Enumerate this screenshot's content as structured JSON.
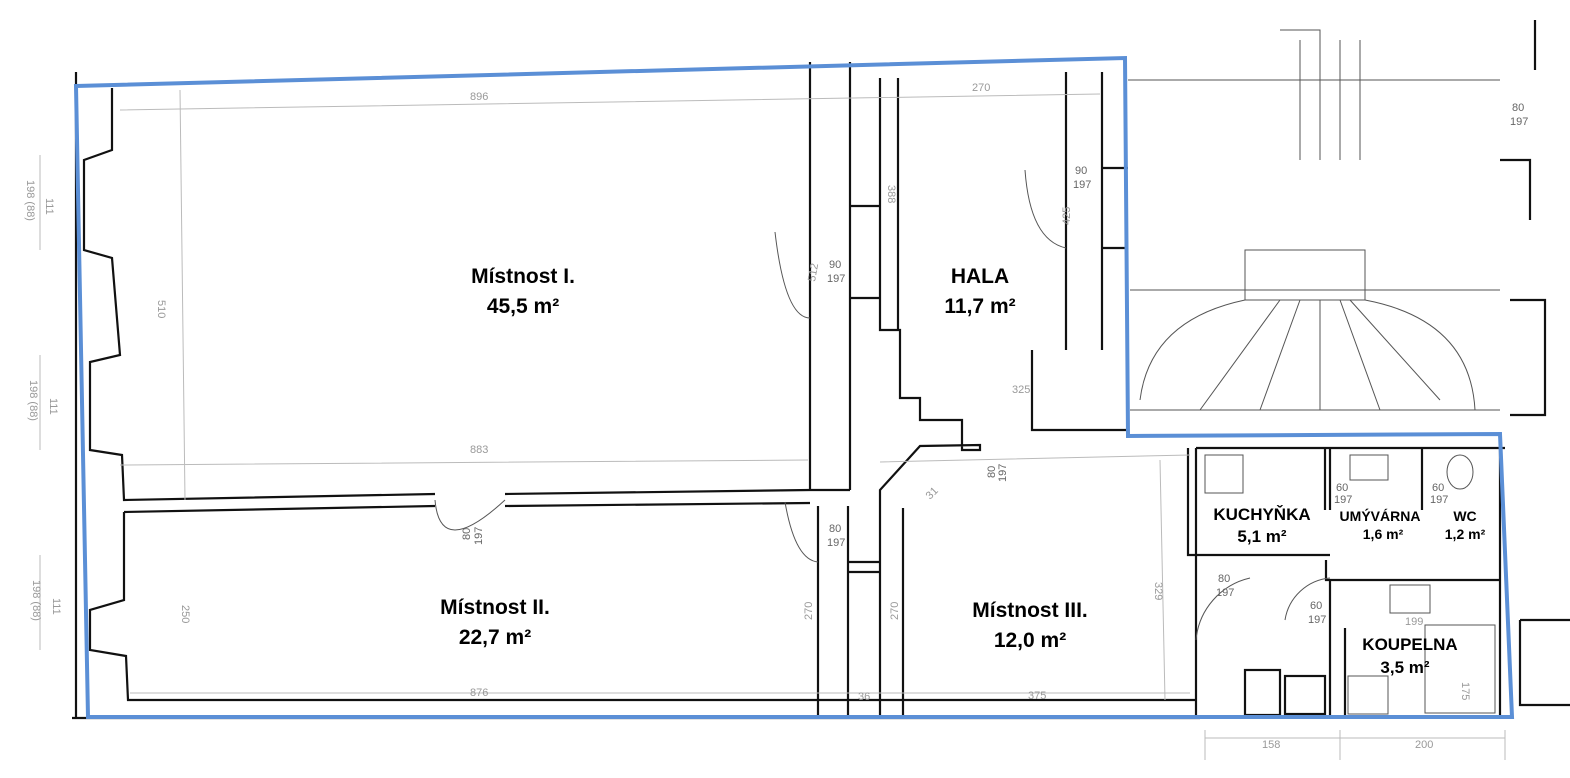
{
  "rooms": [
    {
      "name": "Místnost I.",
      "area": "45,5 m²"
    },
    {
      "name": "HALA",
      "area": "11,7 m²"
    },
    {
      "name": "Místnost II.",
      "area": "22,7 m²"
    },
    {
      "name": "Místnost III.",
      "area": "12,0 m²"
    },
    {
      "name": "KUCHYŇKA",
      "area": "5,1 m²"
    },
    {
      "name": "UMÝVÁRNA",
      "area": "1,6 m²"
    },
    {
      "name": "WC",
      "area": "1,2 m²"
    },
    {
      "name": "KOUPELNA",
      "area": "3,5 m²"
    }
  ],
  "dimensions": {
    "room1_top": "896",
    "room1_bottom": "883",
    "room1_depth": "510",
    "room2_bottom": "876",
    "room2_depth": "250",
    "hall_top": "270",
    "hall_left": "388",
    "hall_right": "425",
    "door_arc": "512",
    "corridor_width": "325",
    "room3_depth": "329",
    "wall_270a": "270",
    "wall_270b": "270",
    "wall_36": "36",
    "room3_bottom": "375",
    "diag_31": "31",
    "kitchen_bottom": "158",
    "bath_bottom": "200",
    "bath_width": "199",
    "tub_length": "175",
    "window_1": "198 (88)",
    "window_1_h": "111",
    "window_2": "198 (88)",
    "window_2_h": "111",
    "window_3": "198 (88)",
    "window_3_h": "111"
  },
  "doors": [
    {
      "w": "90",
      "h": "197"
    },
    {
      "w": "90",
      "h": "197"
    },
    {
      "w": "80",
      "h": "197"
    },
    {
      "w": "80",
      "h": "197"
    },
    {
      "w": "80",
      "h": "197"
    },
    {
      "w": "80",
      "h": "197"
    },
    {
      "w": "60",
      "h": "197"
    },
    {
      "w": "60",
      "h": "197"
    },
    {
      "w": "60",
      "h": "197"
    },
    {
      "w": "80",
      "h": "197"
    }
  ],
  "colors": {
    "outline": "#5b8fd6",
    "walls": "#111111",
    "dimensions": "#999999"
  }
}
